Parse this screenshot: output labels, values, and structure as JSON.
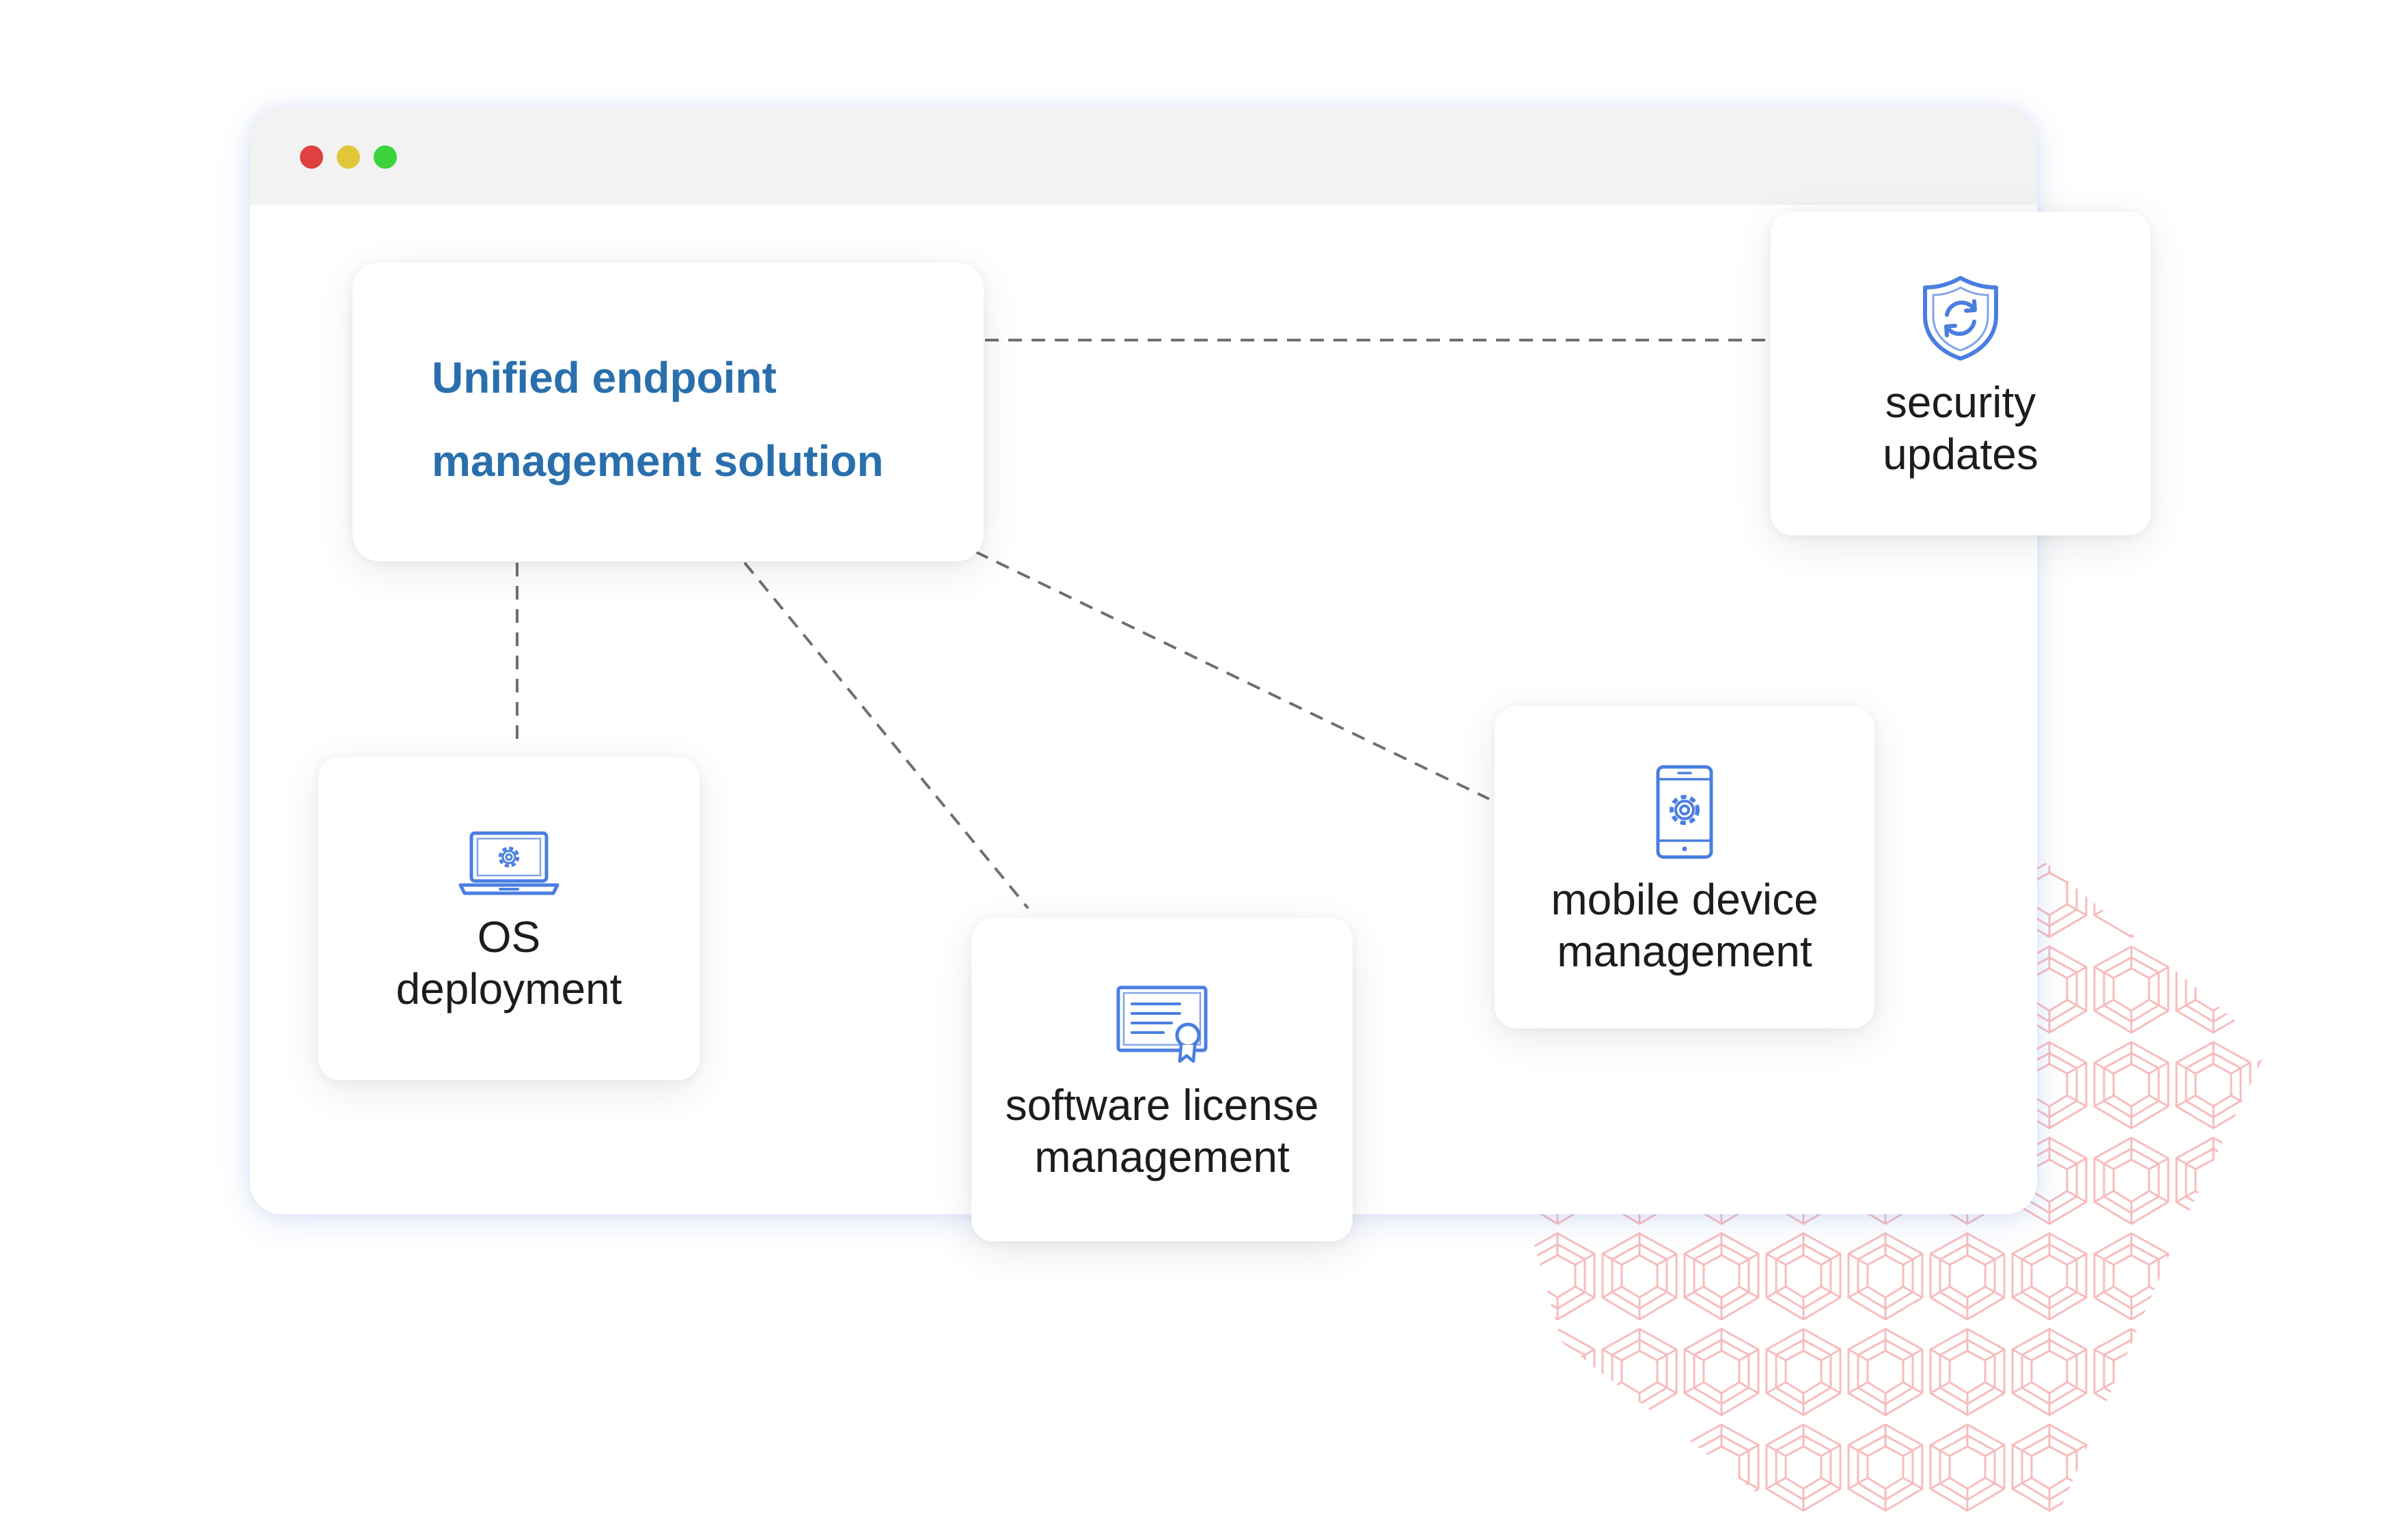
{
  "window": {
    "controls": [
      {
        "name": "close",
        "color": "#e0403f"
      },
      {
        "name": "minimize",
        "color": "#e2c63a"
      },
      {
        "name": "maximize",
        "color": "#3bd23c"
      }
    ]
  },
  "diagram": {
    "root": {
      "label": "Unified endpoint management solution"
    },
    "nodes": [
      {
        "id": "security",
        "label_line1": "security",
        "label_line2": "updates",
        "icon": "shield-refresh-icon"
      },
      {
        "id": "os",
        "label_line1": "OS",
        "label_line2": "deployment",
        "icon": "laptop-gear-icon"
      },
      {
        "id": "software",
        "label_line1": "software license",
        "label_line2": "management",
        "icon": "certificate-icon"
      },
      {
        "id": "mobile",
        "label_line1": "mobile device",
        "label_line2": "management",
        "icon": "phone-gear-icon"
      }
    ],
    "edges": [
      {
        "from": "root",
        "to": "security",
        "style": "dashed"
      },
      {
        "from": "root",
        "to": "os",
        "style": "dashed"
      },
      {
        "from": "root",
        "to": "software",
        "style": "dashed"
      },
      {
        "from": "root",
        "to": "mobile",
        "style": "dashed"
      }
    ]
  },
  "colors": {
    "accent": "#2a6fad",
    "icon": "#4a7ee0",
    "text": "#1c1c1c",
    "connector": "#6f6f6f",
    "pattern": "#f4a6a6"
  }
}
